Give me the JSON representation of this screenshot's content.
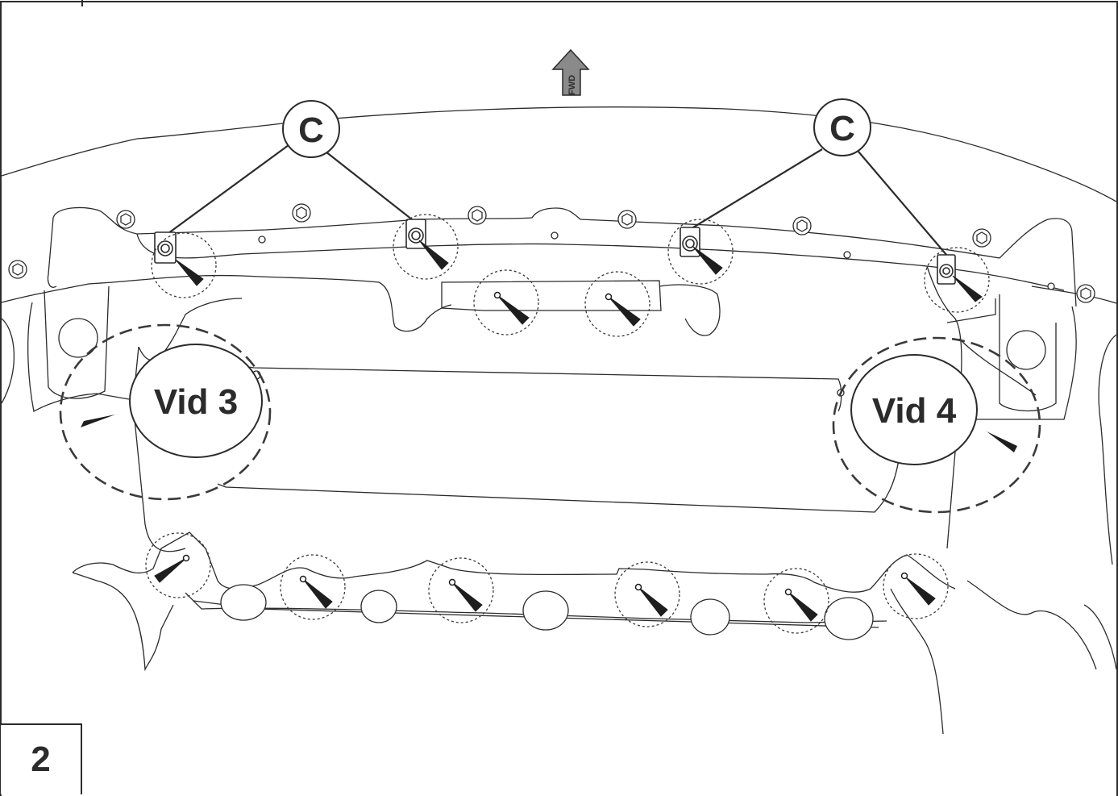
{
  "step_number": "2",
  "fwd_label": "FWD",
  "callout_c": [
    "C",
    "C"
  ],
  "view_labels": [
    "Vid 3",
    "Vid 4"
  ],
  "colors": {
    "line": "#2b2b2b",
    "fwd_arrow_fill": "#8a8a8a",
    "dashed_circle": "#3a3a3a"
  },
  "icons": {
    "fastener_pointer": "black-wedge-arrow",
    "clip": "square-clip-nut",
    "bolt": "hex-bolt-head"
  }
}
